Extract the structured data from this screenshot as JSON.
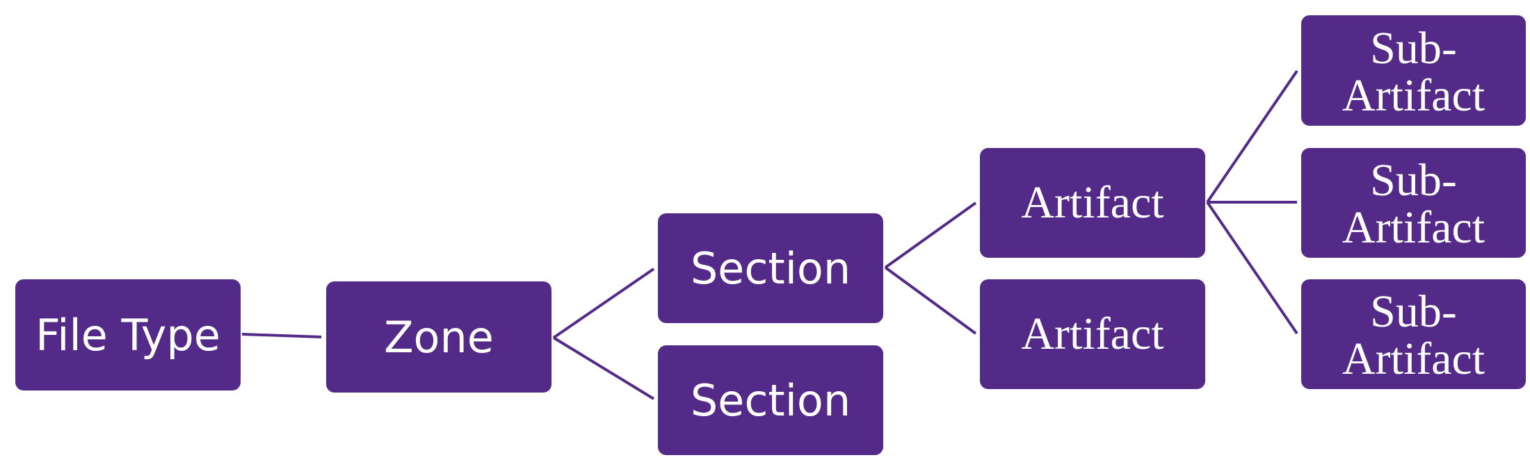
{
  "colors": {
    "node_fill": "#532a87",
    "node_text": "#ffffff",
    "connector": "#532a87"
  },
  "nodes": {
    "file_type": "File Type",
    "zone": "Zone",
    "section_1": "Section",
    "section_2": "Section",
    "artifact_1": "Artifact",
    "artifact_2": "Artifact",
    "sub_artifact_1": [
      "Sub-",
      "Artifact"
    ],
    "sub_artifact_2": [
      "Sub-",
      "Artifact"
    ],
    "sub_artifact_3": [
      "Sub-",
      "Artifact"
    ]
  }
}
